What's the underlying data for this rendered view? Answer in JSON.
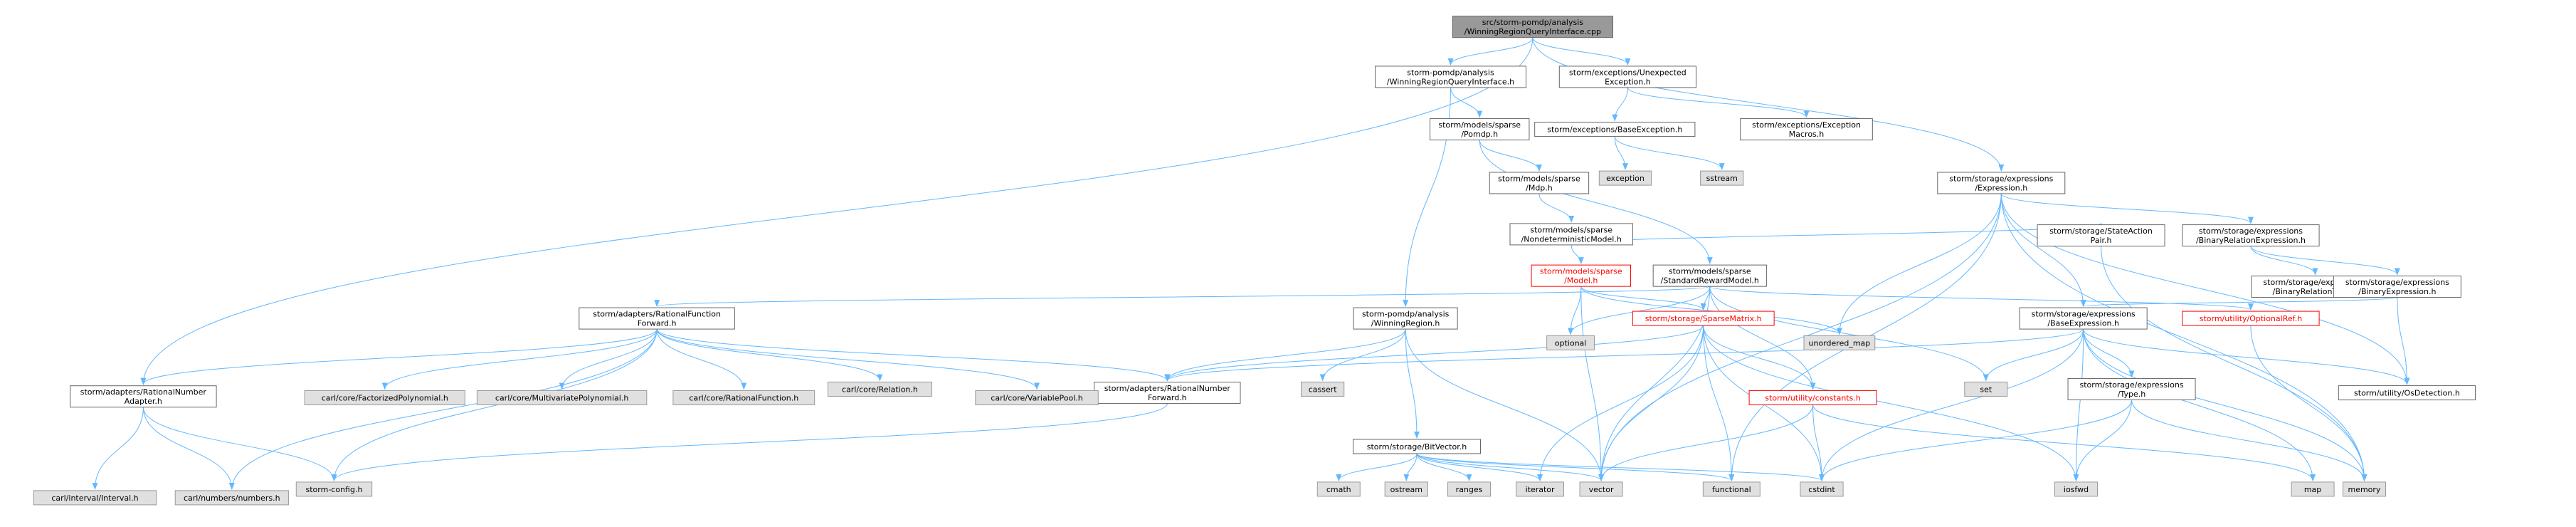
{
  "graph": {
    "nodes": [
      {
        "id": "root",
        "lines": [
          "src/storm-pomdp/analysis",
          "/WinningRegionQueryInterface.cpp"
        ],
        "style": "root"
      },
      {
        "id": "wrqi_h",
        "lines": [
          "storm-pomdp/analysis",
          "/WinningRegionQueryInterface.h"
        ],
        "style": "normal"
      },
      {
        "id": "unexp_exc",
        "lines": [
          "storm/exceptions/Unexpected",
          "Exception.h"
        ],
        "style": "normal"
      },
      {
        "id": "expression_h",
        "lines": [
          "storm/storage/expressions",
          "/Expression.h"
        ],
        "style": "normal"
      },
      {
        "id": "rational_number_adapter",
        "lines": [
          "storm/adapters/RationalNumber",
          "Adapter.h"
        ],
        "style": "normal"
      },
      {
        "id": "pomdp_h",
        "lines": [
          "storm/models/sparse",
          "/Pomdp.h"
        ],
        "style": "normal"
      },
      {
        "id": "winning_region_h",
        "lines": [
          "storm-pomdp/analysis",
          "/WinningRegion.h"
        ],
        "style": "normal"
      },
      {
        "id": "base_exc",
        "lines": [
          "storm/exceptions/BaseException.h"
        ],
        "style": "normal"
      },
      {
        "id": "exc_macros",
        "lines": [
          "storm/exceptions/Exception",
          "Macros.h"
        ],
        "style": "normal"
      },
      {
        "id": "exception",
        "lines": [
          "exception"
        ],
        "style": "sys"
      },
      {
        "id": "sstream",
        "lines": [
          "sstream"
        ],
        "style": "sys"
      },
      {
        "id": "mdp_h",
        "lines": [
          "storm/models/sparse",
          "/Mdp.h"
        ],
        "style": "normal"
      },
      {
        "id": "nondet_model",
        "lines": [
          "storm/models/sparse",
          "/NondeterministicModel.h"
        ],
        "style": "normal"
      },
      {
        "id": "model_h",
        "lines": [
          "storm/models/sparse",
          "/Model.h"
        ],
        "style": "red"
      },
      {
        "id": "std_reward",
        "lines": [
          "storm/models/sparse",
          "/StandardRewardModel.h"
        ],
        "style": "normal"
      },
      {
        "id": "state_action",
        "lines": [
          "storm/storage/StateAction",
          "Pair.h"
        ],
        "style": "normal"
      },
      {
        "id": "binrel_expr",
        "lines": [
          "storm/storage/expressions",
          "/BinaryRelationExpression.h"
        ],
        "style": "normal"
      },
      {
        "id": "binrel_type",
        "lines": [
          "storm/storage/expressions",
          "/BinaryRelationType.h"
        ],
        "style": "normal"
      },
      {
        "id": "binary_expr",
        "lines": [
          "storm/storage/expressions",
          "/BinaryExpression.h"
        ],
        "style": "normal"
      },
      {
        "id": "rf_forward",
        "lines": [
          "storm/adapters/RationalFunction",
          "Forward.h"
        ],
        "style": "normal"
      },
      {
        "id": "sparse_matrix",
        "lines": [
          "storm/storage/SparseMatrix.h"
        ],
        "style": "red"
      },
      {
        "id": "optional_ref",
        "lines": [
          "storm/utility/OptionalRef.h"
        ],
        "style": "red"
      },
      {
        "id": "base_expr",
        "lines": [
          "storm/storage/expressions",
          "/BaseExpression.h"
        ],
        "style": "normal"
      },
      {
        "id": "optional",
        "lines": [
          "optional"
        ],
        "style": "sys"
      },
      {
        "id": "unordered_map",
        "lines": [
          "unordered_map"
        ],
        "style": "sys"
      },
      {
        "id": "rn_forward",
        "lines": [
          "storm/adapters/RationalNumber",
          "Forward.h"
        ],
        "style": "normal"
      },
      {
        "id": "cassert",
        "lines": [
          "cassert"
        ],
        "style": "sys"
      },
      {
        "id": "bitvector",
        "lines": [
          "storm/storage/BitVector.h"
        ],
        "style": "normal"
      },
      {
        "id": "constants",
        "lines": [
          "storm/utility/constants.h"
        ],
        "style": "red"
      },
      {
        "id": "set",
        "lines": [
          "set"
        ],
        "style": "sys"
      },
      {
        "id": "expr_type",
        "lines": [
          "storm/storage/expressions",
          "/Type.h"
        ],
        "style": "normal"
      },
      {
        "id": "os_detection",
        "lines": [
          "storm/utility/OsDetection.h"
        ],
        "style": "normal"
      },
      {
        "id": "fact_poly",
        "lines": [
          "carl/core/FactorizedPolynomial.h"
        ],
        "style": "sys"
      },
      {
        "id": "multi_poly",
        "lines": [
          "carl/core/MultivariatePolynomial.h"
        ],
        "style": "sys"
      },
      {
        "id": "rational_function",
        "lines": [
          "carl/core/RationalFunction.h"
        ],
        "style": "sys"
      },
      {
        "id": "relation",
        "lines": [
          "carl/core/Relation.h"
        ],
        "style": "sys"
      },
      {
        "id": "variable_pool",
        "lines": [
          "carl/core/VariablePool.h"
        ],
        "style": "sys"
      },
      {
        "id": "interval",
        "lines": [
          "carl/interval/Interval.h"
        ],
        "style": "sys"
      },
      {
        "id": "numbers",
        "lines": [
          "carl/numbers/numbers.h"
        ],
        "style": "sys"
      },
      {
        "id": "storm_config",
        "lines": [
          "storm-config.h"
        ],
        "style": "sys"
      },
      {
        "id": "cmath",
        "lines": [
          "cmath"
        ],
        "style": "sys"
      },
      {
        "id": "ostream",
        "lines": [
          "ostream"
        ],
        "style": "sys"
      },
      {
        "id": "ranges",
        "lines": [
          "ranges"
        ],
        "style": "sys"
      },
      {
        "id": "iterator",
        "lines": [
          "iterator"
        ],
        "style": "sys"
      },
      {
        "id": "vector",
        "lines": [
          "vector"
        ],
        "style": "sys"
      },
      {
        "id": "functional",
        "lines": [
          "functional"
        ],
        "style": "sys"
      },
      {
        "id": "cstdint",
        "lines": [
          "cstdint"
        ],
        "style": "sys"
      },
      {
        "id": "iosfwd",
        "lines": [
          "iosfwd"
        ],
        "style": "sys"
      },
      {
        "id": "map",
        "lines": [
          "map"
        ],
        "style": "sys"
      },
      {
        "id": "memory",
        "lines": [
          "memory"
        ],
        "style": "sys"
      }
    ],
    "edges": [
      [
        "root",
        "wrqi_h"
      ],
      [
        "root",
        "unexp_exc"
      ],
      [
        "root",
        "expression_h"
      ],
      [
        "root",
        "rational_number_adapter"
      ],
      [
        "wrqi_h",
        "pomdp_h"
      ],
      [
        "wrqi_h",
        "winning_region_h"
      ],
      [
        "unexp_exc",
        "base_exc"
      ],
      [
        "unexp_exc",
        "exc_macros"
      ],
      [
        "base_exc",
        "exception"
      ],
      [
        "base_exc",
        "sstream"
      ],
      [
        "pomdp_h",
        "mdp_h"
      ],
      [
        "pomdp_h",
        "std_reward"
      ],
      [
        "mdp_h",
        "nondet_model"
      ],
      [
        "nondet_model",
        "model_h"
      ],
      [
        "nondet_model",
        "state_action"
      ],
      [
        "model_h",
        "optional"
      ],
      [
        "model_h",
        "unordered_map"
      ],
      [
        "model_h",
        "sparse_matrix"
      ],
      [
        "model_h",
        "vector"
      ],
      [
        "std_reward",
        "rf_forward"
      ],
      [
        "std_reward",
        "sparse_matrix"
      ],
      [
        "std_reward",
        "optional"
      ],
      [
        "std_reward",
        "vector"
      ],
      [
        "std_reward",
        "set"
      ],
      [
        "std_reward",
        "optional_ref"
      ],
      [
        "std_reward",
        "constants"
      ],
      [
        "state_action",
        "memory"
      ],
      [
        "expression_h",
        "base_expr"
      ],
      [
        "expression_h",
        "binrel_expr"
      ],
      [
        "expression_h",
        "unordered_map"
      ],
      [
        "expression_h",
        "os_detection"
      ],
      [
        "expression_h",
        "functional"
      ],
      [
        "expression_h",
        "vector"
      ],
      [
        "expression_h",
        "memory"
      ],
      [
        "binrel_expr",
        "binrel_type"
      ],
      [
        "binrel_expr",
        "binary_expr"
      ],
      [
        "binary_expr",
        "base_expr"
      ],
      [
        "binary_expr",
        "os_detection"
      ],
      [
        "base_expr",
        "rn_forward"
      ],
      [
        "base_expr",
        "set"
      ],
      [
        "base_expr",
        "expr_type"
      ],
      [
        "base_expr",
        "os_detection"
      ],
      [
        "base_expr",
        "iosfwd"
      ],
      [
        "base_expr",
        "map"
      ],
      [
        "base_expr",
        "cstdint"
      ],
      [
        "base_expr",
        "memory"
      ],
      [
        "expr_type",
        "cstdint"
      ],
      [
        "expr_type",
        "iosfwd"
      ],
      [
        "expr_type",
        "memory"
      ],
      [
        "optional_ref",
        "memory"
      ],
      [
        "rf_forward",
        "rational_number_adapter"
      ],
      [
        "rf_forward",
        "rn_forward"
      ],
      [
        "rf_forward",
        "fact_poly"
      ],
      [
        "rf_forward",
        "multi_poly"
      ],
      [
        "rf_forward",
        "rational_function"
      ],
      [
        "rf_forward",
        "relation"
      ],
      [
        "rf_forward",
        "variable_pool"
      ],
      [
        "rf_forward",
        "numbers"
      ],
      [
        "rf_forward",
        "storm_config"
      ],
      [
        "rational_number_adapter",
        "interval"
      ],
      [
        "rational_number_adapter",
        "numbers"
      ],
      [
        "rational_number_adapter",
        "storm_config"
      ],
      [
        "rn_forward",
        "storm_config"
      ],
      [
        "winning_region_h",
        "rn_forward"
      ],
      [
        "winning_region_h",
        "cassert"
      ],
      [
        "winning_region_h",
        "bitvector"
      ],
      [
        "winning_region_h",
        "vector"
      ],
      [
        "sparse_matrix",
        "rn_forward"
      ],
      [
        "sparse_matrix",
        "constants"
      ],
      [
        "sparse_matrix",
        "iterator"
      ],
      [
        "sparse_matrix",
        "vector"
      ],
      [
        "sparse_matrix",
        "cstdint"
      ],
      [
        "sparse_matrix",
        "iosfwd"
      ],
      [
        "sparse_matrix",
        "functional"
      ],
      [
        "bitvector",
        "cmath"
      ],
      [
        "bitvector",
        "ostream"
      ],
      [
        "bitvector",
        "ranges"
      ],
      [
        "bitvector",
        "iterator"
      ],
      [
        "bitvector",
        "vector"
      ],
      [
        "bitvector",
        "functional"
      ],
      [
        "bitvector",
        "cstdint"
      ],
      [
        "constants",
        "vector"
      ],
      [
        "constants",
        "cstdint"
      ],
      [
        "constants",
        "map"
      ]
    ]
  },
  "colors": {
    "edge": "#63b8ff",
    "normal_fill": "#ffffff",
    "normal_border": "#666666",
    "red_border": "#ff0000",
    "sys_fill": "#e0e0e0",
    "sys_border": "#999999",
    "root_fill": "#999999",
    "root_border": "#666666",
    "text": "#000000",
    "red_text": "#ff0000"
  }
}
